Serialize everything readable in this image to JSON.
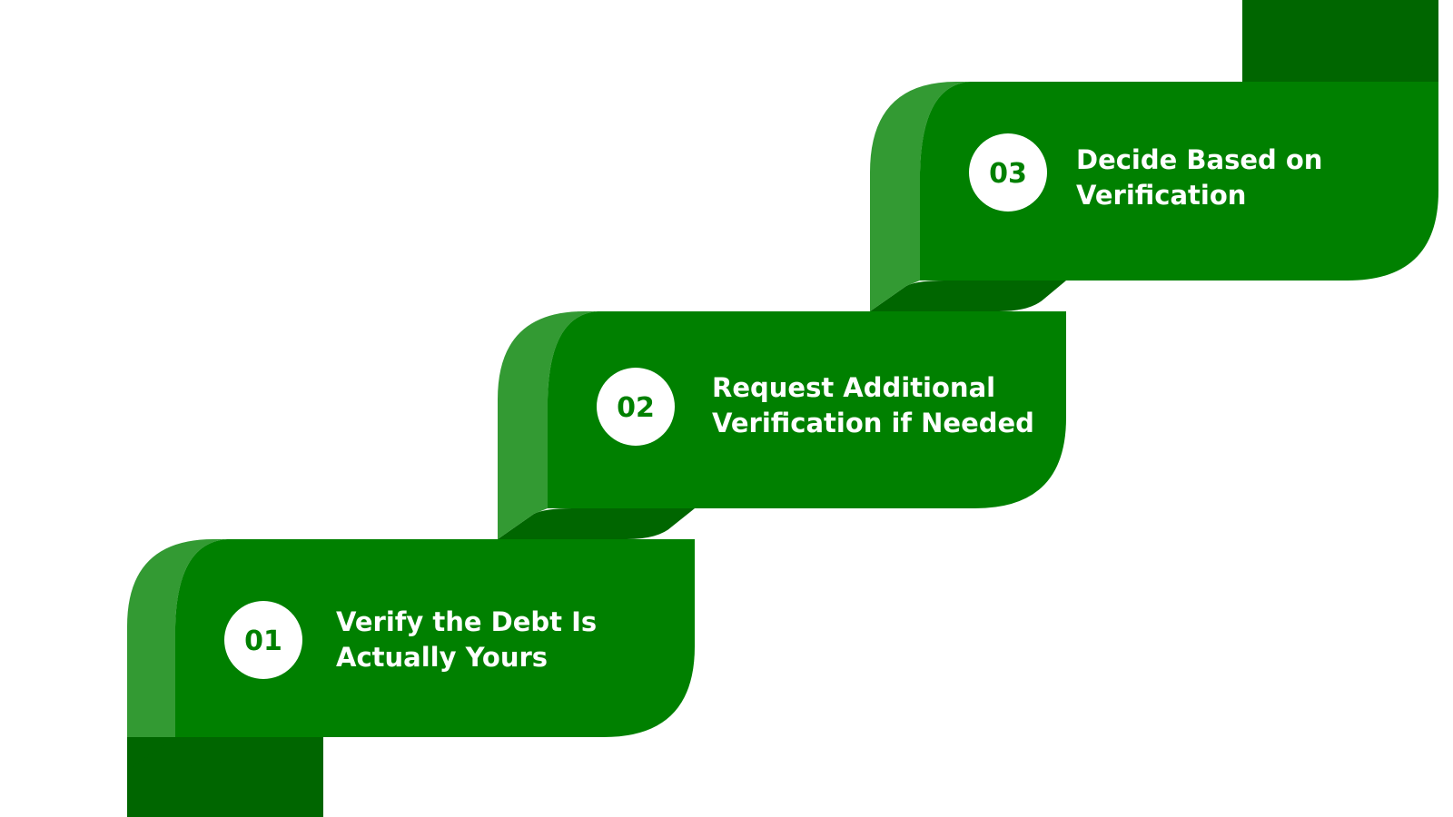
{
  "colors": {
    "ribbon": "#008000",
    "ribbon_fold_light": "#339a33",
    "ribbon_fold_dark": "#006600",
    "badge_background": "#ffffff",
    "badge_text": "#008000",
    "step_text": "#ffffff",
    "page_background": "#ffffff"
  },
  "steps": [
    {
      "number": "01",
      "line1": "Verify the Debt Is",
      "line2": "Actually Yours"
    },
    {
      "number": "02",
      "line1": "Request Additional",
      "line2": "Verification if Needed"
    },
    {
      "number": "03",
      "line1": "Decide Based on",
      "line2": "Verification"
    }
  ]
}
